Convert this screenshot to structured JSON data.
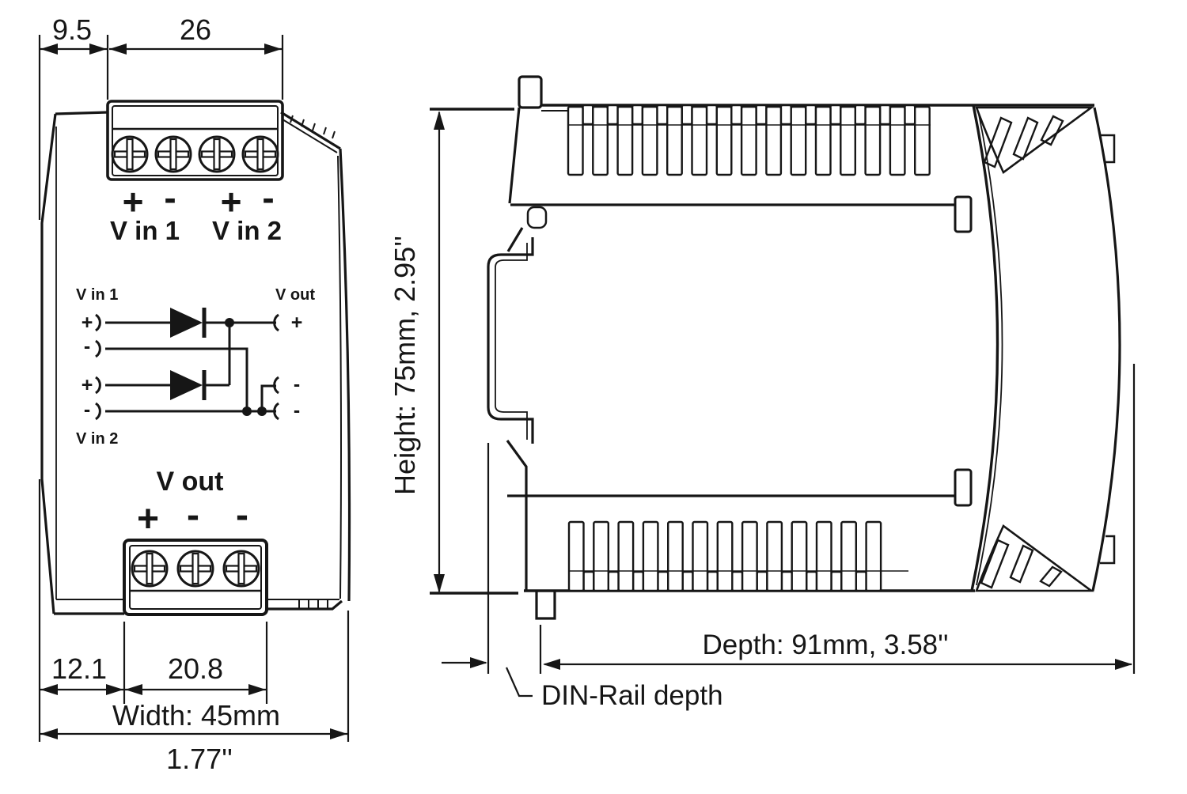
{
  "front_view": {
    "dims": {
      "top_offset": "9.5",
      "top_block_width": "26",
      "bottom_offset": "12.1",
      "bottom_block_width": "20.8",
      "width_mm": "Width: 45mm",
      "width_inch": "1.77''"
    },
    "top_terminal_labels": {
      "plus_1": "+",
      "minus_1": "-",
      "plus_2": "+",
      "minus_2": "-",
      "vin1": "V in 1",
      "vin2": "V in 2"
    },
    "schematic": {
      "vin1": "V in 1",
      "vout": "V out",
      "vin2": "V in 2",
      "in1_plus": "+",
      "in1_minus": "-",
      "in2_plus": "+",
      "in2_minus": "-",
      "out_plus": "+",
      "out_minus_upper": "-",
      "out_minus_lower": "-"
    },
    "bottom_terminal_labels": {
      "vout": "V out",
      "plus": "+",
      "minus_1": "-",
      "minus_2": "-"
    }
  },
  "side_view": {
    "dims": {
      "height": "Height: 75mm,  2.95''",
      "depth": "Depth: 91mm,  3.58''",
      "din_rail_label": "DIN-Rail depth"
    }
  }
}
